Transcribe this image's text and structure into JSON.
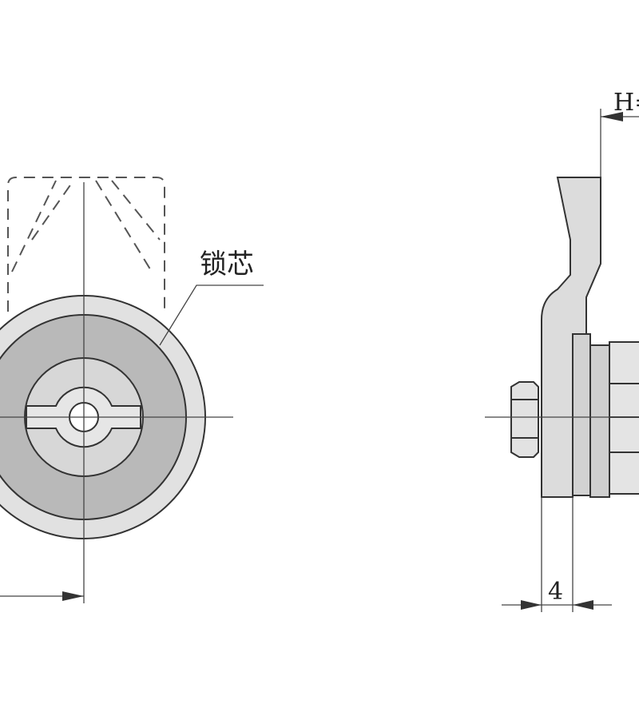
{
  "labels": {
    "lock_core": "锁芯",
    "dim_h": "H=",
    "dim_4": "4"
  },
  "colors": {
    "outer_ring": "#e1e1e1",
    "core": "#b9b9b9",
    "inner_light": "#d7d7d7",
    "part_fill": "#dcdcdc",
    "line": "#333333"
  }
}
